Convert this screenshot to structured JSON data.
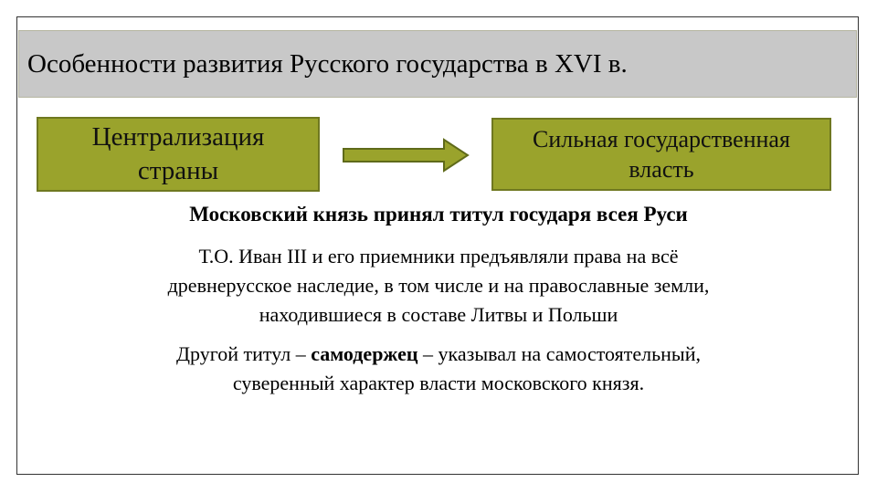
{
  "title": "Особенности развития Русского государства в XVI в.",
  "box_left": [
    "Централизация",
    "страны"
  ],
  "box_right": [
    "Сильная государственная",
    "власть"
  ],
  "headline": "Московский князь принял титул государя всея Руси",
  "para1": [
    "Т.О. Иван III и его приемники предъявляли права на всё",
    "древнерусское наследие, в том числе и на православные земли,",
    "находившиеся в составе Литвы и Польши"
  ],
  "para2": {
    "prefix": "Другой титул – ",
    "bold": "самодержец",
    "suffix": " – указывал на самостоятельный,",
    "line2": "суверенный характер власти московского князя."
  },
  "colors": {
    "box_fill": "#9aa32c",
    "title_bar": "#c8c8c8",
    "arrow_fill": "#9aa32c"
  }
}
